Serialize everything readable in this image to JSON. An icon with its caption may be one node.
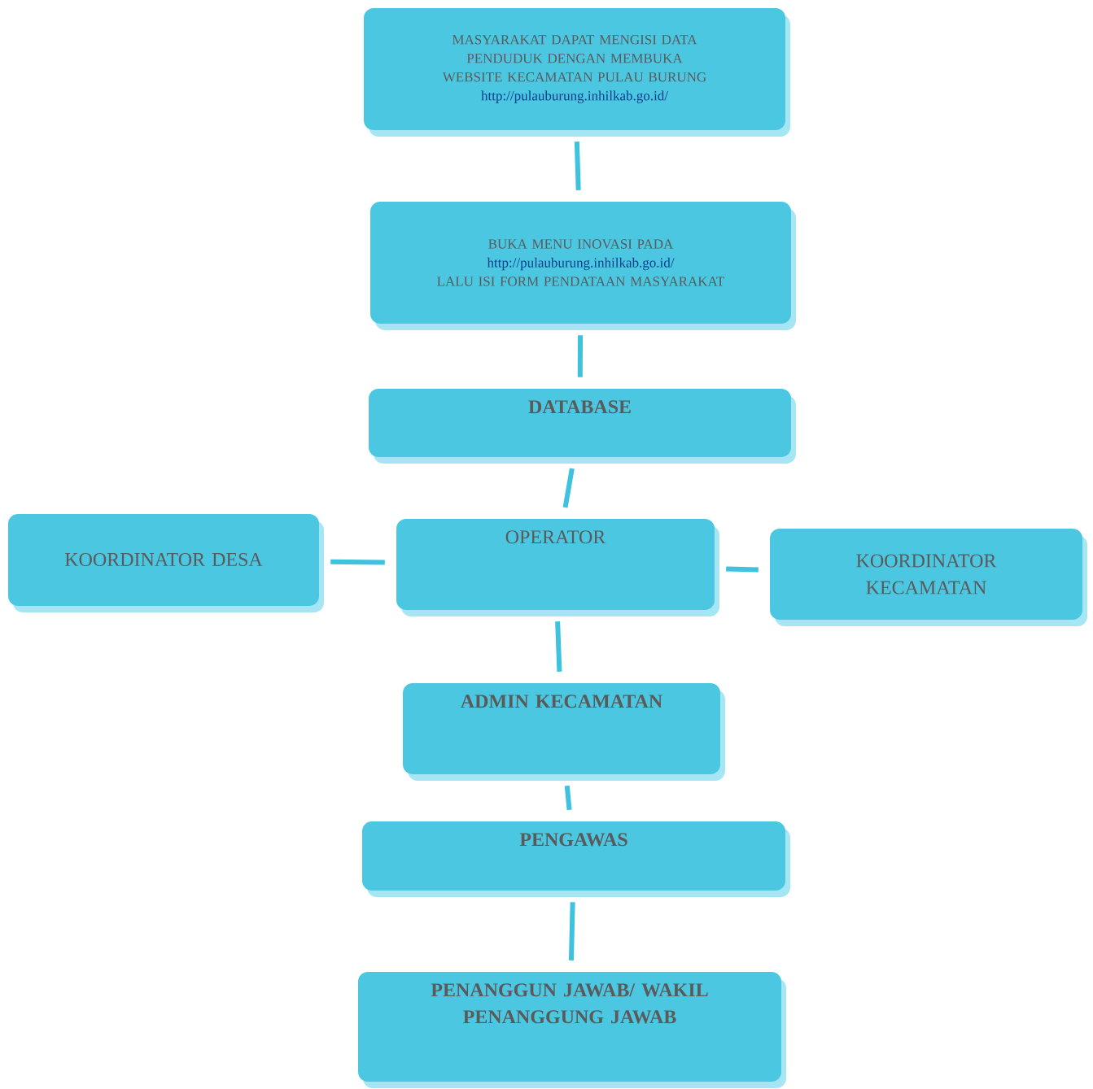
{
  "diagram": {
    "nodes": [
      {
        "text": [
          "MASYARAKAT DAPAT MENGISI DATA PENDUDUK DENGAN MEMBUKA WEBSITE KECAMATAN PULAU BURUNG",
          "http://pulauburung.inhilkab.go.id/"
        ]
      },
      {
        "text": [
          "BUKA MENU INOVASI PADA",
          "http://pulauburung.inhilkab.go.id/",
          "LALU ISI FORM PENDATAAN MASYARAKAT"
        ]
      },
      {
        "text": [
          "DATABASE"
        ]
      },
      {
        "text": [
          "KOORDINATOR DESA"
        ]
      },
      {
        "text": [
          "OPERATOR"
        ]
      },
      {
        "text": [
          "KOORDINATOR KECAMATAN"
        ]
      },
      {
        "text": [
          "ADMIN KECAMATAN"
        ]
      },
      {
        "text": [
          "PENGAWAS"
        ]
      },
      {
        "text": [
          "PENANGGUN JAWAB/ WAKIL PENANGGUNG JAWAB"
        ]
      }
    ],
    "edges": [
      {
        "from": 0,
        "to": 1,
        "arrow": "none"
      },
      {
        "from": 1,
        "to": 2,
        "arrow": "none"
      },
      {
        "from": 2,
        "to": 4,
        "arrow": "none"
      },
      {
        "from": 3,
        "to": 4,
        "arrow": "none"
      },
      {
        "from": 4,
        "to": 5,
        "arrow": "none"
      },
      {
        "from": 4,
        "to": 6,
        "arrow": "none"
      },
      {
        "from": 6,
        "to": 7,
        "arrow": "none"
      },
      {
        "from": 7,
        "to": 8,
        "arrow": "none"
      }
    ]
  }
}
